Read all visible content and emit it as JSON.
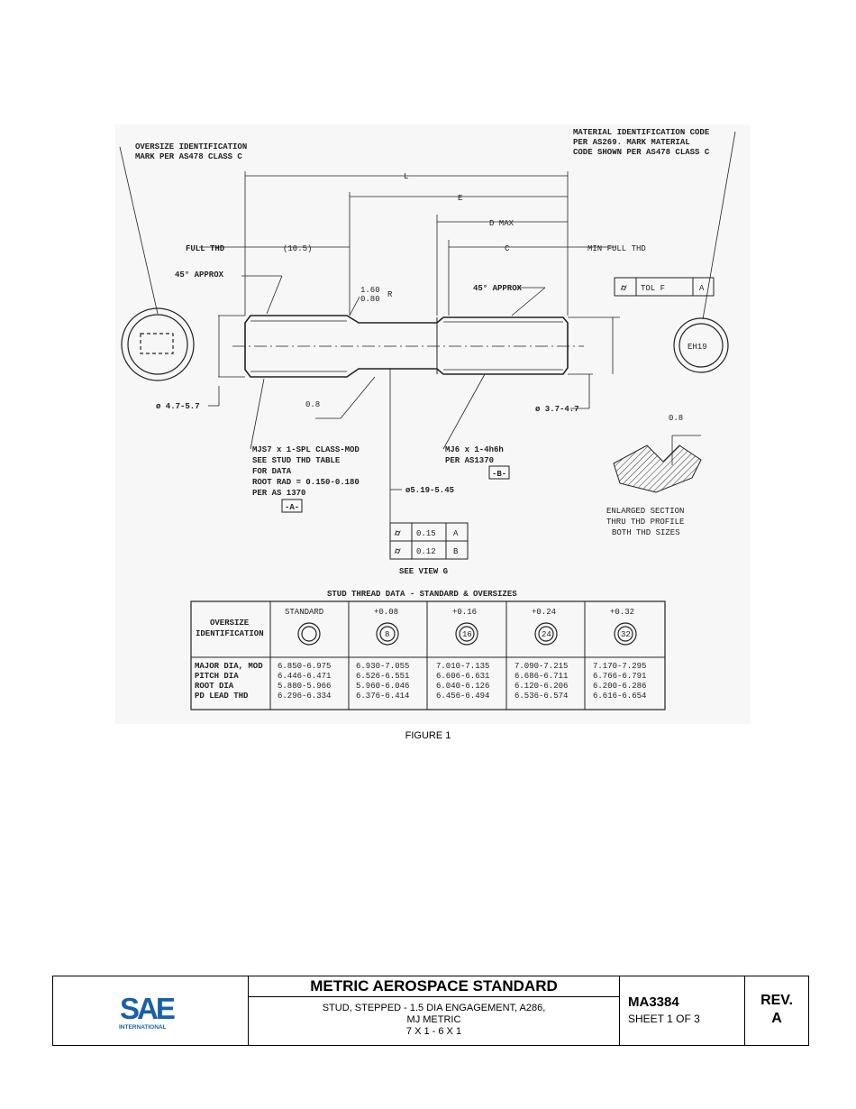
{
  "figure": {
    "oversize_note": [
      "OVERSIZE IDENTIFICATION",
      "MARK PER AS478 CLASS C"
    ],
    "material_note": [
      "MATERIAL IDENTIFICATION CODE",
      "PER AS269.  MARK MATERIAL",
      "CODE SHOWN PER AS478 CLASS C"
    ],
    "dim_L": "L",
    "dim_E": "E",
    "dim_D": "D MAX",
    "dim_C": "C",
    "full_thd": "FULL THD",
    "dim_10_5": "(10.5)",
    "min_full_thd": "MIN FULL THD",
    "approx_left": "45° APPROX",
    "approx_right": "45° APPROX",
    "radius_top": "1.60",
    "radius_bottom": "0.80",
    "radius_r": "R",
    "tol_box": [
      "TOL F",
      "A"
    ],
    "mark_code": "EH19",
    "dia_left": "ø 4.7-5.7",
    "dia_right": "ø 3.7-4.7",
    "chamfer_val": "0.8",
    "groove_val": "0.8",
    "thread_left": [
      "MJS7 x 1-SPL CLASS-MOD",
      "SEE STUD THD TABLE",
      "FOR DATA",
      "ROOT RAD = 0.150-0.180",
      "PER AS 1370"
    ],
    "datum_a": "-A-",
    "thread_right": [
      "MJ6 x 1-4h6h",
      "PER AS1370"
    ],
    "datum_b": "-B-",
    "dia_mid": "ø5.19-5.45",
    "fcf_rows": [
      {
        "tol": "0.15",
        "datum": "A"
      },
      {
        "tol": "0.12",
        "datum": "B"
      }
    ],
    "see_view": "SEE VIEW G",
    "enlarged": [
      "ENLARGED SECTION",
      "THRU THD PROFILE",
      "BOTH THD SIZES"
    ],
    "table_title": "STUD THREAD DATA - STANDARD & OVERSIZES",
    "table_row_header": [
      "OVERSIZE",
      "IDENTIFICATION"
    ],
    "table_cols": [
      "STANDARD",
      "+0.08",
      "+0.16",
      "+0.24",
      "+0.32"
    ],
    "table_markers": [
      "",
      "8",
      "16",
      "24",
      "32"
    ],
    "table_labels": [
      "MAJOR DIA, MOD",
      "PITCH DIA",
      "ROOT DIA",
      "PD LEAD THD"
    ],
    "table_values": [
      [
        "6.850-6.975",
        "6.446-6.471",
        "5.880-5.966",
        "6.296-6.334"
      ],
      [
        "6.930-7.055",
        "6.526-6.551",
        "5.960-6.046",
        "6.376-6.414"
      ],
      [
        "7.010-7.135",
        "6.606-6.631",
        "6.040-6.126",
        "6.456-6.494"
      ],
      [
        "7.090-7.215",
        "6.686-6.711",
        "6.120-6.206",
        "6.536-6.574"
      ],
      [
        "7.170-7.295",
        "6.766-6.791",
        "6.200-6.286",
        "6.616-6.654"
      ]
    ]
  },
  "caption": "FIGURE 1",
  "title_block": {
    "logo_text": "SAE",
    "logo_sub": "INTERNATIONAL",
    "logo_color": "#1a5fa8",
    "standard": "METRIC AEROSPACE STANDARD",
    "desc1": "STUD, STEPPED - 1.5 DIA ENGAGEMENT, A286,",
    "desc2": "MJ METRIC",
    "desc3": "7 X 1 - 6 X 1",
    "doc_no": "MA3384",
    "sheet": "SHEET 1 OF 3",
    "rev_label": "REV.",
    "rev": "A"
  }
}
